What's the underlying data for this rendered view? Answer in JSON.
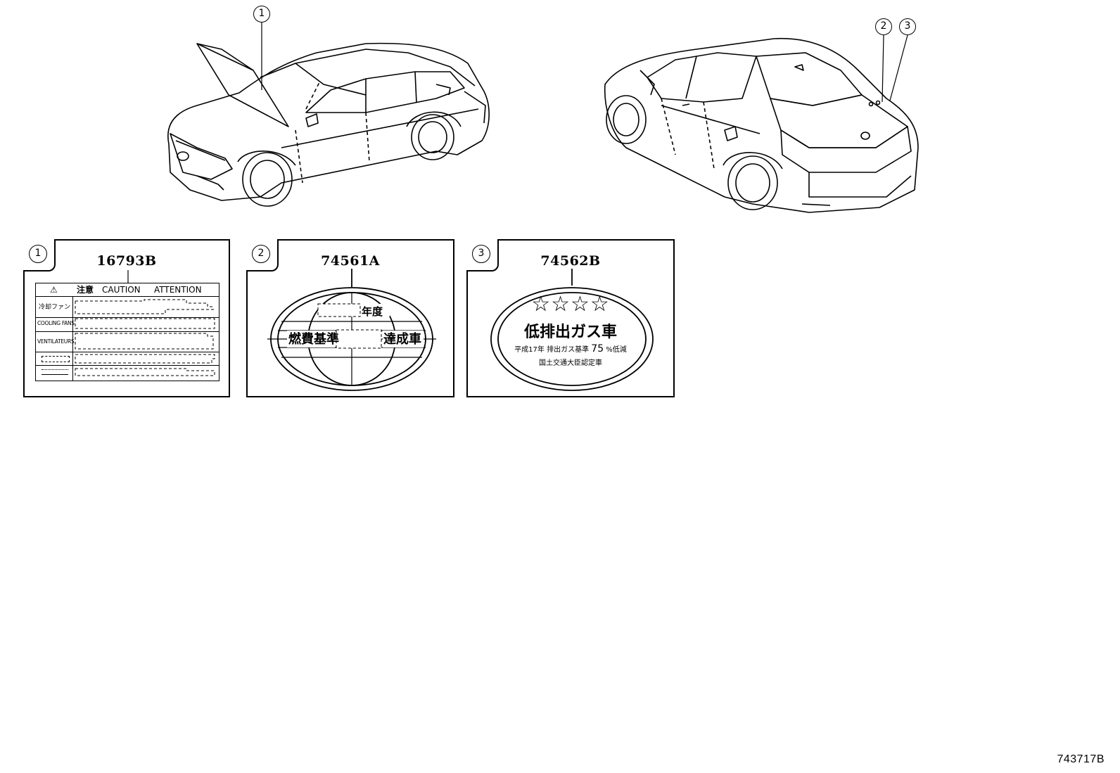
{
  "callouts": [
    "1",
    "2",
    "3"
  ],
  "labels": [
    {
      "index": "1",
      "part_number": "16793B",
      "header": {
        "warning_glyph": "⚠",
        "jp": "注意",
        "en1": "CAUTION",
        "fr": "ATTENTION"
      },
      "rows": [
        "冷却ファン",
        "COOLING FANS",
        "VENTILATEURS",
        "",
        ""
      ]
    },
    {
      "index": "2",
      "part_number": "74561A",
      "year_suffix": "年度",
      "left_text": "燃費基準",
      "right_text": "達成車"
    },
    {
      "index": "3",
      "part_number": "74562B",
      "stars": "☆☆☆☆",
      "title": "低排出ガス車",
      "line1_a": "平成17年 排出ガス基準",
      "line1_num": "75",
      "line1_b": "%低減",
      "line2": "国土交通大臣認定車"
    }
  ],
  "footer": {
    "code": "743717B"
  },
  "colors": {
    "line": "#000000",
    "background": "#ffffff"
  }
}
